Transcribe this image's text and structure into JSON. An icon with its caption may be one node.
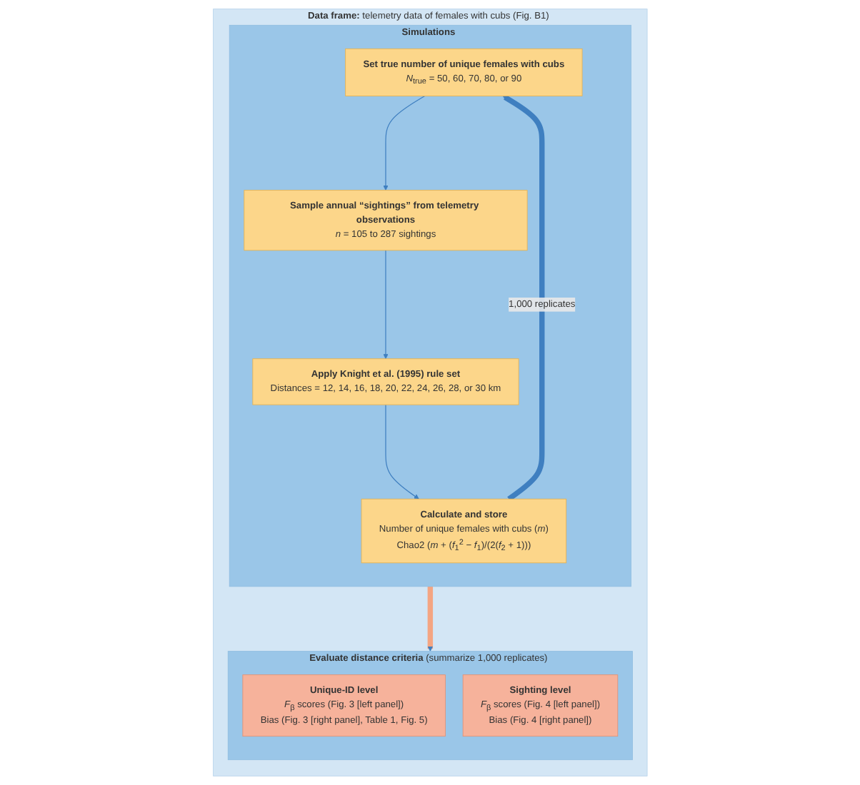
{
  "diagram": {
    "nodes": [
      {
        "text": [
          "**Data frame:** telemetry data of females with cubs (Fig. B1)"
        ]
      },
      {
        "text": [
          "Simulations"
        ],
        "in": 0
      },
      {
        "text": [
          "Set true number of unique females with cubs",
          "*N*$_{true}$ = 50, 60, 70, 80, or 90"
        ],
        "in": 1
      },
      {
        "text": [
          "Sample annual “sightings” from telemetry observations",
          "*n* = 105 to 287 sightings"
        ],
        "in": 1
      },
      {
        "text": [
          "Apply Knight et al. (1995) rule set",
          "Distances = 12, 14, 16, 18, 20, 22, 24, 26, 28, or 30 km"
        ],
        "in": 1
      },
      {
        "text": [
          "Calculate and store",
          "Number of unique females with cubs (*m*)",
          "Chao2 (*m* + (*f*$_{1}$$^{2}$ − *f*$_{1}$)/(2(*f*$_{2}$ + 1)))"
        ],
        "in": 1
      },
      {
        "text": [
          "**Evaluate distance criteria** (summarize 1,000 replicates)"
        ],
        "in": 0
      },
      {
        "text": [
          "Unique-ID level",
          "*F*$_{β}$ scores (Fig. 3 [left panel])",
          "Bias (Fig. 3 [right panel], Table 1, Fig. 5)"
        ],
        "in": 6
      },
      {
        "text": [
          "Sighting level",
          "*F*$_{β}$ scores (Fig. 4 [left panel])",
          "Bias (Fig. 4 [right panel])"
        ],
        "in": 6
      }
    ],
    "edges": [
      {
        "from": 2,
        "to": 3,
        "arrow": "to"
      },
      {
        "from": 3,
        "to": 4,
        "arrow": "to"
      },
      {
        "from": 4,
        "to": 5,
        "arrow": "to"
      },
      {
        "from": 5,
        "to": 2,
        "arrow": "to",
        "label": "1,000 replicates",
        "style": "thick"
      },
      {
        "from": 1,
        "to": 6,
        "arrow": "to",
        "style": "thick",
        "color": "#f4a582"
      }
    ]
  }
}
